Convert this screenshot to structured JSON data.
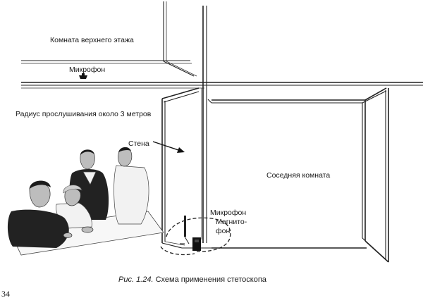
{
  "labels": {
    "upper_room": "Комната верхнего этажа",
    "microphone_top": "Микрофон",
    "radius": "Радиус прослушивания около 3 метров",
    "wall": "Стена",
    "neighbor_room": "Соседняя комната",
    "microphone_bottom": "Микрофон",
    "recorder_line1": "Магнито-",
    "recorder_line2": "фон"
  },
  "caption": {
    "prefix": "Рис. 1.24.",
    "text": " Схема применения стетоскопа"
  },
  "page_number": "34"
}
